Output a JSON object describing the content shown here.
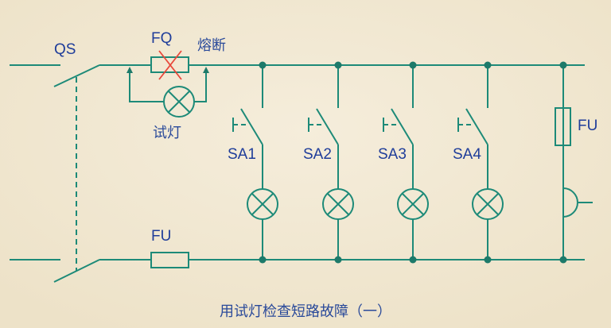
{
  "labels": {
    "main_switch": "QS",
    "fuse_faulty": "FQ",
    "blown": "熔断",
    "test_lamp": "试灯",
    "branch_switches": [
      "SA1",
      "SA2",
      "SA3",
      "SA4"
    ],
    "right_fuse": "FU",
    "bottom_fuse": "FU"
  },
  "caption": "用试灯检查短路故障（一）",
  "colors": {
    "wire": "#1d8a78",
    "text": "#1f3d9a",
    "fault_mark": "#e8473a",
    "background": "#f3ead6"
  }
}
